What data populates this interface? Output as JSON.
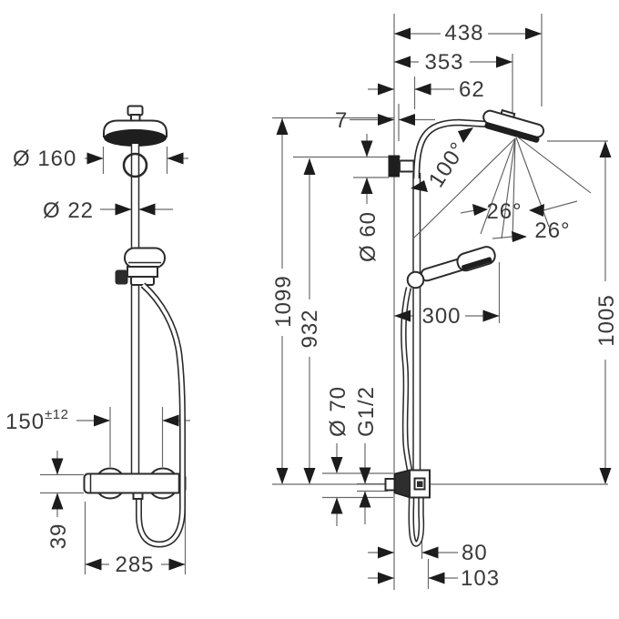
{
  "diagram": {
    "view_count": 2,
    "views": {
      "front": {
        "name": "front-view",
        "dimension_labels": [
          "Ø 160",
          "Ø 22",
          "150 ±12",
          "39",
          "285"
        ]
      },
      "side": {
        "name": "side-view",
        "dimension_labels": [
          "438",
          "353",
          "62",
          "7",
          "100°",
          "26°",
          "26°",
          "Ø 60",
          "1099",
          "932",
          "300",
          "1005",
          "Ø 70",
          "G1/2",
          "80",
          "103"
        ]
      }
    },
    "colors": {
      "background": "#ffffff",
      "dimension_line": "#6a6a6a",
      "object_line": "#2b2b2b",
      "arrowhead": "#1c1c1c",
      "text": "#3a3a3a",
      "solid_fill": "#1e1e1e"
    }
  },
  "labels": {
    "dia160": "Ø 160",
    "dia22": "Ø 22",
    "d150": "150",
    "d150_tol": "±12",
    "d39": "39",
    "d285": "285",
    "d438": "438",
    "d353": "353",
    "d62": "62",
    "d7": "7",
    "a100": "100°",
    "a26_left": "26°",
    "a26_right": "26°",
    "dia60": "Ø 60",
    "d1099": "1099",
    "d932": "932",
    "d300": "300",
    "d1005": "1005",
    "dia70": "Ø 70",
    "g_thread": "G1/2",
    "d80": "80",
    "d103": "103"
  }
}
